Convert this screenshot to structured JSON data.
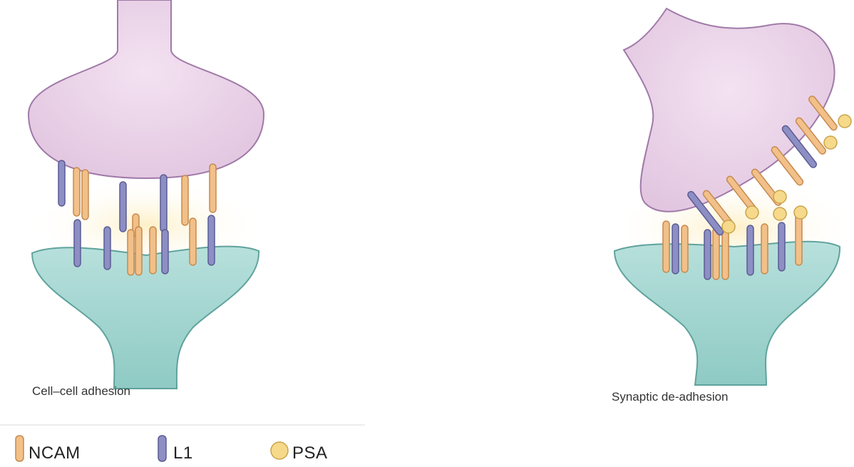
{
  "panels": {
    "left": {
      "caption": "Cell–cell adhesion"
    },
    "right": {
      "caption": "Synaptic de-adhesion"
    }
  },
  "legend": {
    "items": [
      {
        "label": "NCAM",
        "color": "#f2c089",
        "icon": "ncam-rod-icon"
      },
      {
        "label": "L1",
        "color": "#8d8fc4",
        "icon": "l1-rod-icon"
      },
      {
        "label": "PSA",
        "color": "#f2d37a",
        "icon": "psa-circle-icon"
      }
    ]
  },
  "colors": {
    "presynaptic_fill": "#ecd6ea",
    "presynaptic_stroke": "#a07aa8",
    "postsynaptic_fill": "#9fd4cf",
    "postsynaptic_stroke": "#5fa39c",
    "cleft_glow": "#fbeec4",
    "ncam": "#f2c089",
    "l1": "#8d8fc4",
    "psa": "#f6d98a"
  }
}
